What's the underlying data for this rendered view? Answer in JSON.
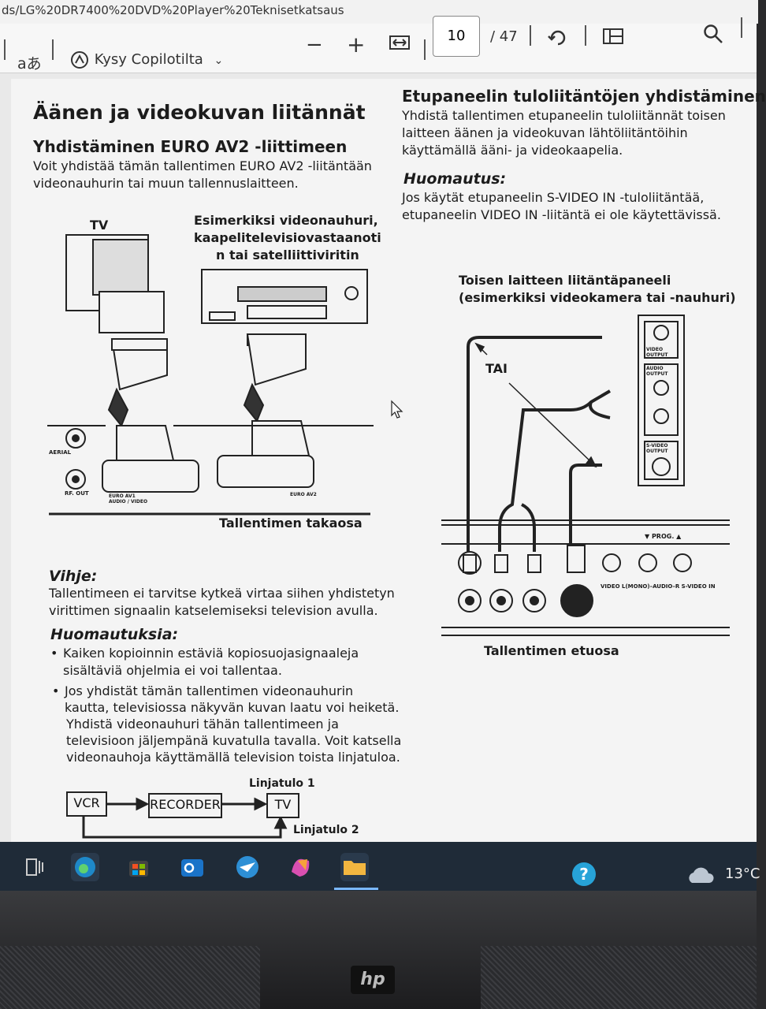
{
  "browser": {
    "url": "ds/LG%20DR7400%20DVD%20Player%20Teknisetkatsaus"
  },
  "toolbar": {
    "read_aloud": "aあ",
    "copilot_label": "Kysy Copilotilta",
    "zoom_out": "−",
    "zoom_in": "+",
    "page_current": "10",
    "page_total": "/ 47"
  },
  "doc": {
    "left": {
      "title": "Äänen ja videokuvan liitännät",
      "subtitle": "Yhdistäminen EURO AV2 -liittimeen",
      "intro_1": "Voit yhdistää tämän tallentimen EURO AV2 -liitäntään",
      "intro_2": "videonauhurin tai muun tallennuslaitteen.",
      "tv_label": "TV",
      "example_1": "Esimerkiksi videonauhuri,",
      "example_2": "kaapelitelevisiovastaanoti",
      "example_3": "n tai satelliittiviritin",
      "aerial": "AERIAL",
      "rf_out": "RF. OUT",
      "euro_av1": "EURO AV1",
      "euro_av1_sub": "AUDIO / VIDEO",
      "euro_av2": "EURO AV2",
      "back_caption": "Tallentimen takaosa",
      "tip_title": "Vihje:",
      "tip_1": "Tallentimeen ei tarvitse kytkeä virtaa siihen yhdistetyn",
      "tip_2": "virittimen signaalin katselemiseksi television avulla.",
      "notes_title": "Huomautuksia:",
      "note1_1": "Kaiken kopioinnin estäviä kopiosuojasignaaleja",
      "note1_2": "sisältäviä ohjelmia ei voi tallentaa.",
      "note2_1": "Jos yhdistät tämän tallentimen videonauhurin",
      "note2_2": "kautta, televisiossa näkyvän kuvan laatu voi heiketä.",
      "note2_3": "Yhdistä videonauhuri tähän tallentimeen ja",
      "note2_4": "televisioon jäljempänä kuvatulla tavalla. Voit katsella",
      "note2_5": "videonauhoja käyttämällä television toista linjatuloa.",
      "bullet": "•",
      "flow_vcr": "VCR",
      "flow_recorder": "RECORDER",
      "flow_tv": "TV",
      "line_in_1": "Linjatulo 1",
      "line_in_2": "Linjatulo 2"
    },
    "right": {
      "title": "Etupaneelin tuloliitäntöjen yhdistäminen",
      "p1_1": "Yhdistä tallentimen etupaneelin tuloliitännät toisen",
      "p1_2": "laitteen äänen ja videokuvan lähtöliitäntöihin",
      "p1_3": "käyttämällä ääni- ja videokaapelia.",
      "note_title": "Huomautus:",
      "note_1": "Jos käytät etupaneelin S-VIDEO IN -tuloliitäntää,",
      "note_2": "etupaneelin VIDEO IN -liitäntä ei ole käytettävissä.",
      "panel_1": "Toisen laitteen liitäntäpaneeli",
      "panel_2": "(esimerkiksi videokamera tai -nauhuri)",
      "tai": "TAI",
      "video_output": "VIDEO OUTPUT",
      "audio_output": "AUDIO OUTPUT",
      "svideo_output": "S-VIDEO OUTPUT",
      "prog": "▼ PROG. ▲",
      "front_labels": "VIDEO  L(MONO)–AUDIO–R   S-VIDEO IN",
      "front_caption": "Tallentimen etuosa"
    }
  },
  "taskbar": {
    "temperature": "13°C",
    "help": "?"
  },
  "laptop": {
    "brand": "hp"
  }
}
